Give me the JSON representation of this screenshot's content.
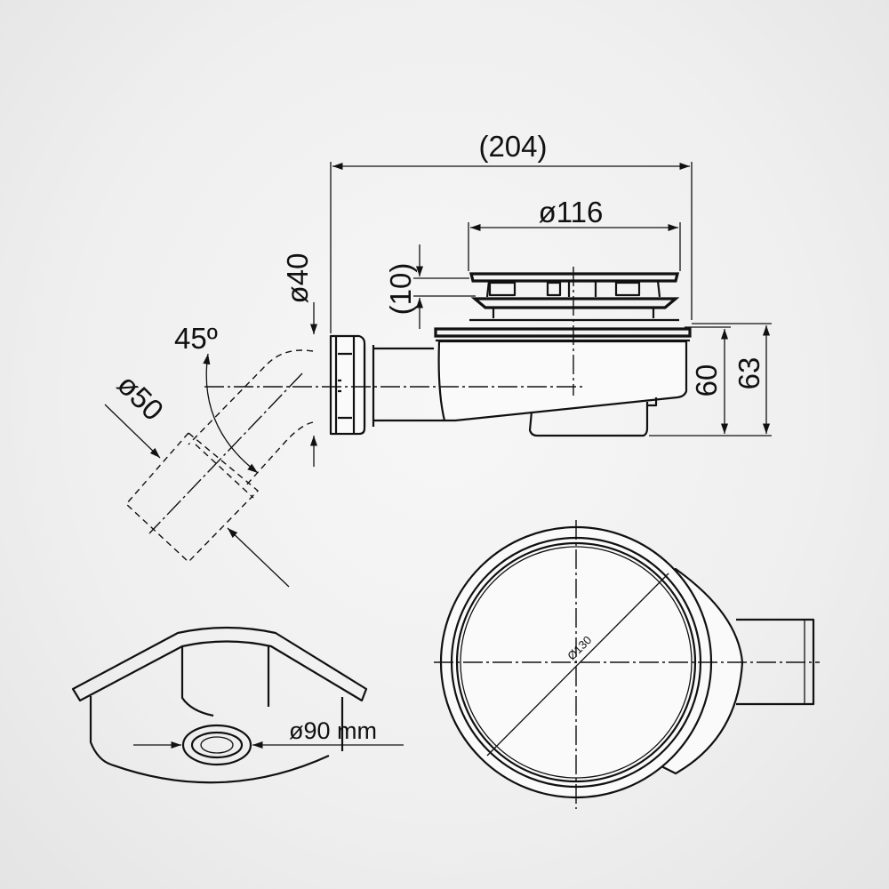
{
  "drawing": {
    "dimensions": {
      "overall_length": "(204)",
      "grate_diameter": "ø116",
      "outlet_diameter": "ø40",
      "grate_height": "(10)",
      "outlet_angle": "45º",
      "elbow_diameter": "ø50",
      "height_60": "60",
      "height_63": "63",
      "hole_diameter": "ø90 mm",
      "flange_diameter": "Ø130"
    },
    "line_color": "#111111",
    "background_color": "#f2f2f2"
  }
}
